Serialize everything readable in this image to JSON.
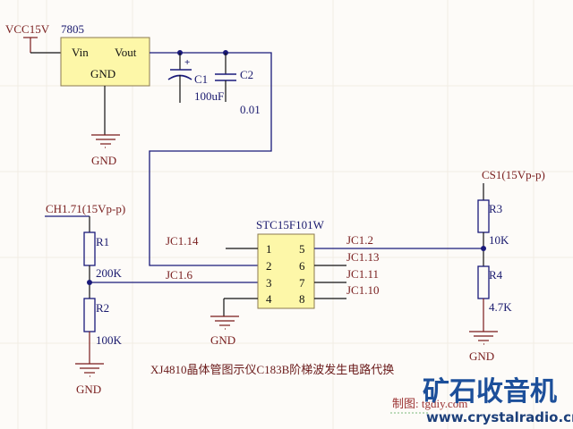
{
  "regulator": {
    "supply_label": "VCC15V",
    "part": "7805",
    "pin_in": "Vin",
    "pin_out": "Vout",
    "pin_gnd": "GND",
    "gnd_label": "GND"
  },
  "capacitors": {
    "c1_name": "C1",
    "c1_value": "100uF",
    "c1_polarity": "+",
    "c2_name": "C2",
    "c2_value": "0.01"
  },
  "left_divider": {
    "net_label": "CH1.71(15Vp-p)",
    "r1_name": "R1",
    "r1_value": "200K",
    "r2_name": "R2",
    "r2_value": "100K",
    "gnd_label": "GND"
  },
  "mcu": {
    "part": "STC15F101W",
    "pins_left": [
      "1",
      "2",
      "3",
      "4"
    ],
    "pins_right": [
      "5",
      "6",
      "7",
      "8"
    ],
    "left_nets": [
      "JC1.14",
      "JC1.6"
    ],
    "right_nets": [
      "JC1.2",
      "JC1.13",
      "JC1.11",
      "JC1.10"
    ],
    "gnd_label": "GND"
  },
  "right_divider": {
    "net_label": "CS1(15Vp-p)",
    "r3_name": "R3",
    "r3_value": "10K",
    "r4_name": "R4",
    "r4_value": "4.7K",
    "gnd_label": "GND"
  },
  "footer": {
    "title": "XJ4810晶体管图示仪C183B阶梯波发生电路代换",
    "credit": "制图: tgdiy.com"
  },
  "watermark": {
    "brand": "矿石收音机",
    "url": "www.crystalradio.cn"
  },
  "colors": {
    "wire_navy": "#1a1a7a",
    "wire_brown": "#7a1a1a",
    "component_fill": "#fdf7a8",
    "watermark_blue": "#1c4f9a"
  }
}
